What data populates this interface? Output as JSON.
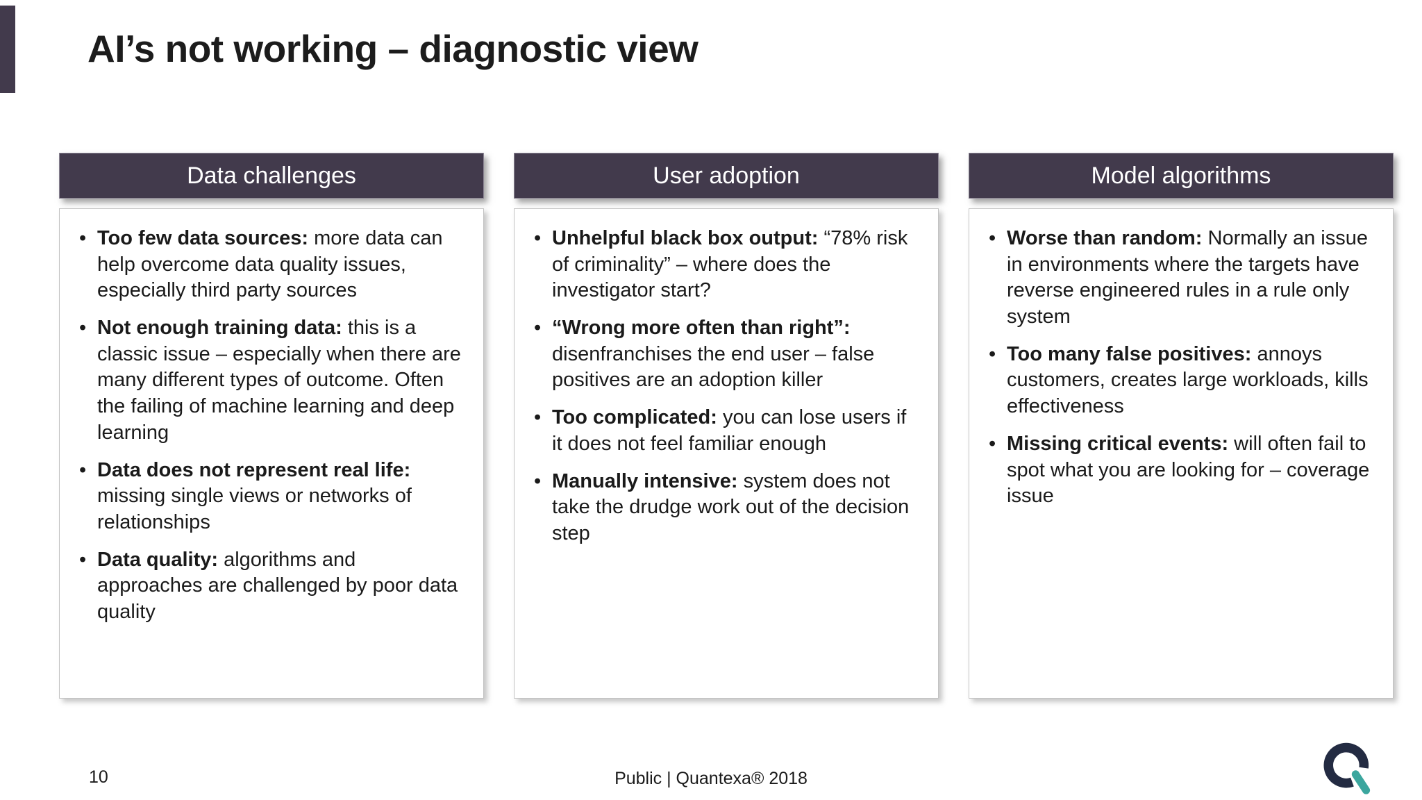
{
  "title": "AI’s not working – diagnostic view",
  "theme": {
    "header_bar_color": "#423A4C",
    "accent_bar_color": "#423A4C",
    "card_border_color": "#c2c2c2",
    "logo_primary_color": "#232B42",
    "logo_accent_color": "#3BA69E"
  },
  "columns": [
    {
      "header": "Data challenges",
      "bullets": [
        {
          "lead": "Too few data sources:",
          "rest": " more data can help overcome data quality issues, especially third party sources"
        },
        {
          "lead": "Not enough training data:",
          "rest": " this is a classic issue – especially when there are many different types of outcome. Often the failing of machine learning and deep learning"
        },
        {
          "lead": "Data does not represent real life:",
          "rest": " missing single views or networks of relationships"
        },
        {
          "lead": "Data quality:",
          "rest": " algorithms and approaches are challenged by poor data quality"
        }
      ]
    },
    {
      "header": "User adoption",
      "bullets": [
        {
          "lead": "Unhelpful black box output:",
          "rest": " “78% risk of criminality” – where does the investigator start?"
        },
        {
          "lead": "“Wrong more often than right”:",
          "rest": " disenfranchises the end user – false positives are an adoption killer"
        },
        {
          "lead": "Too complicated:",
          "rest": " you can lose users if it does not feel familiar enough"
        },
        {
          "lead": "Manually intensive:",
          "rest": " system does not take the drudge work out of the decision step"
        }
      ]
    },
    {
      "header": "Model algorithms",
      "bullets": [
        {
          "lead": "Worse than random:",
          "rest": " Normally an issue in environments where the targets have reverse engineered rules in a rule only system"
        },
        {
          "lead": "Too many false positives:",
          "rest": " annoys customers, creates large workloads, kills effectiveness"
        },
        {
          "lead": "Missing critical events:",
          "rest": " will often fail to spot what you are looking for – coverage issue"
        }
      ]
    }
  ],
  "footer": {
    "page_number": "10",
    "center_text": "Public | Quantexa® 2018"
  },
  "logo": {
    "name": "Quantexa"
  }
}
